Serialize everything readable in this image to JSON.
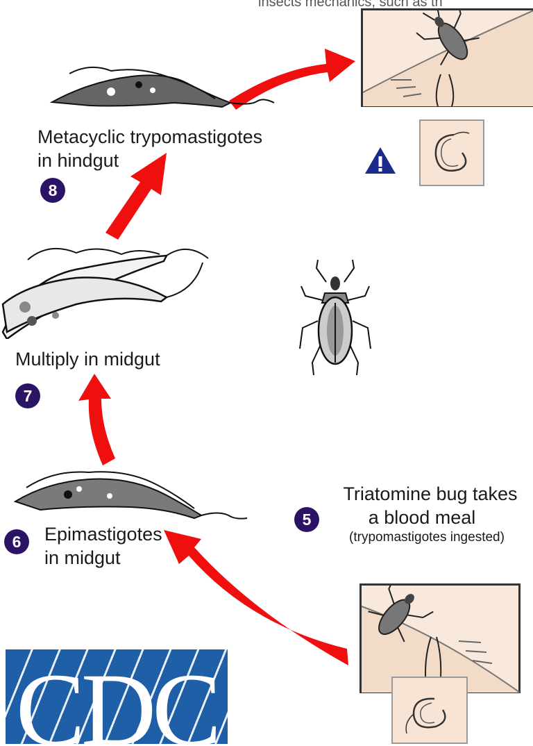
{
  "top_caption": "insects mechanics, such as th",
  "steps": [
    {
      "number": "8",
      "lines": [
        "Metacyclic trypomastigotes",
        "in hindgut"
      ]
    },
    {
      "number": "7",
      "lines": [
        "Multiply in midgut"
      ]
    },
    {
      "number": "6",
      "lines": [
        "Epimastigotes",
        "in midgut"
      ]
    },
    {
      "number": "5",
      "lines": [
        "Triatomine bug takes",
        "a blood meal"
      ],
      "note": "(trypomastigotes ingested)"
    }
  ],
  "logo": {
    "text": "CDC"
  },
  "icons": [
    "warning-icon",
    "triatomine-bug-icon",
    "trypomastigote-icon",
    "epimastigote-icon",
    "skin-bite-icon"
  ],
  "colors": {
    "arrow": "#f00f0f",
    "step_badge": "#2b1466",
    "skin": "#f8e9dc",
    "logo_blue": "#1f5fa8",
    "warning": "#1a2b8c"
  }
}
